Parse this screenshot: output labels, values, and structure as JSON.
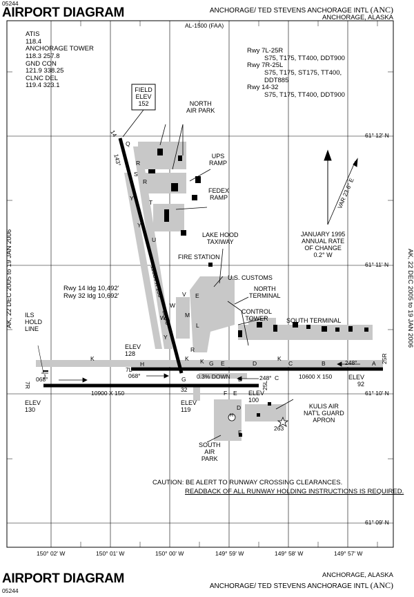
{
  "header": {
    "doc_number": "05244",
    "title": "AIRPORT DIAGRAM",
    "airport_name": "ANCHORAGE/ TED STEVENS ANCHORAGE INTL",
    "airport_id": "(ANC)",
    "location": "ANCHORAGE, ALASKA",
    "al_number": "AL-1500 (FAA)"
  },
  "footer": {
    "doc_number": "05244",
    "title": "AIRPORT DIAGRAM",
    "location": "ANCHORAGE, ALASKA",
    "airport_name": "ANCHORAGE/ TED STEVENS ANCHORAGE INTL",
    "airport_id": "(ANC)"
  },
  "validity": "AK, 22 DEC 2005 to 19 JAN 2006",
  "frequencies": [
    {
      "name": "ATIS",
      "value": "118.4"
    },
    {
      "name": "ANCHORAGE TOWER",
      "value": "118.3  257.8"
    },
    {
      "name": "GND CON",
      "value": "121.9  338.25"
    },
    {
      "name": "CLNC DEL",
      "value": "119.4  323.1"
    }
  ],
  "runway_strengths": [
    {
      "runway": "Rwy 7L-25R",
      "lines": [
        "S75, T175, TT400, DDT900"
      ]
    },
    {
      "runway": "Rwy 7R-25L",
      "lines": [
        "S75, T175, ST175, TT400,",
        "DDT885"
      ]
    },
    {
      "runway": "Rwy 14-32",
      "lines": [
        "S75, T175, TT400, DDT900"
      ]
    }
  ],
  "field_elev": {
    "label1": "FIELD",
    "label2": "ELEV",
    "value": "152"
  },
  "landing_distance": [
    "Rwy 14 ldg  10,492'",
    "Rwy 32 ldg  10,692'"
  ],
  "magnetic_variation": {
    "var_label": "VAR 23.6° E",
    "date": "JANUARY 1995",
    "line2": "ANNUAL RATE",
    "line3": "OF CHANGE",
    "rate": "0.2° W"
  },
  "latitudes": [
    "61° 12' N",
    "61° 11' N",
    "61° 10' N",
    "61° 09' N"
  ],
  "longitudes": [
    "150° 02' W",
    "150° 01' W",
    "150° 00' W",
    "149° 59' W",
    "149° 58' W",
    "149° 57' W"
  ],
  "labels": {
    "north_air_park": [
      "NORTH",
      "AIR PARK"
    ],
    "ups_ramp": [
      "UPS",
      "RAMP"
    ],
    "fedex_ramp": [
      "FEDEX",
      "RAMP"
    ],
    "lake_hood": [
      "LAKE HOOD",
      "TAXIWAY"
    ],
    "fire_station": "FIRE STATION",
    "us_customs": "U.S. CUSTOMS",
    "north_terminal": [
      "NORTH",
      "TERMINAL"
    ],
    "control_tower": [
      "CONTROL",
      "TOWER"
    ],
    "south_terminal": "SOUTH TERMINAL",
    "ils_hold_line": [
      "ILS",
      "HOLD",
      "LINE"
    ],
    "kulis": [
      "KULIS AIR",
      "NAT'L GUARD",
      "APRON"
    ],
    "south_air_park": [
      "SOUTH",
      "AIR",
      "PARK"
    ]
  },
  "runways": {
    "rwy14_32_dims": "11584 X 150",
    "rwy14_32_hdg": "323.3°",
    "rwy14_hdg": "143°",
    "rwy7l_25r_dims": "10600 X 150",
    "rwy7r_25l_dims": "10900 X 150",
    "slope": "0.3% DOWN",
    "hdg_068_a": "068°",
    "hdg_068_b": "068°",
    "hdg_248_a": "248°",
    "hdg_248_b": "248°",
    "end_14": "14",
    "end_32": "32",
    "end_7l": "7L",
    "end_7r": "7R",
    "end_25r": "25R",
    "end_25l": "25L"
  },
  "elevations": [
    {
      "id": "e128",
      "lines": [
        "ELEV",
        "128"
      ]
    },
    {
      "id": "e92",
      "lines": [
        "ELEV",
        "92"
      ]
    },
    {
      "id": "e130",
      "lines": [
        "ELEV",
        "130"
      ]
    },
    {
      "id": "e119",
      "lines": [
        "ELEV",
        "119"
      ]
    },
    {
      "id": "e100",
      "lines": [
        "ELEV",
        "100"
      ]
    }
  ],
  "obstacle_height": "263",
  "taxiway_letters": [
    "Q",
    "S",
    "R",
    "R",
    "Y",
    "T",
    "Y",
    "U",
    "V",
    "E",
    "W",
    "M",
    "W",
    "L",
    "Y",
    "K",
    "K",
    "H",
    "R",
    "K",
    "G",
    "E",
    "D",
    "K",
    "C",
    "B",
    "A",
    "J",
    "G",
    "D",
    "C",
    "F",
    "E",
    "D",
    "F"
  ],
  "caution": {
    "line1": "CAUTION:  BE ALERT TO RUNWAY CROSSING CLEARANCES.",
    "line2": "READBACK OF ALL RUNWAY HOLDING INSTRUCTIONS IS REQUIRED."
  }
}
